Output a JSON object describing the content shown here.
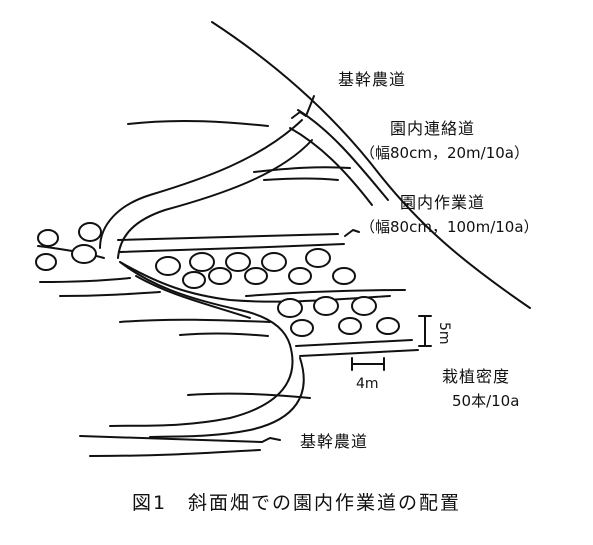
{
  "labels": {
    "main_road_top": "基幹農道",
    "link_road": "園内連絡道",
    "link_road_spec": "（幅80cm，20m/10a）",
    "work_road": "園内作業道",
    "work_road_spec": "（幅80cm，100m/10a）",
    "main_road_bottom": "基幹農道",
    "row_spacing": "5m",
    "tree_spacing": "4m",
    "density_title": "栽植密度",
    "density_value": "50本/10a"
  },
  "caption": "図1　斜面畑での園内作業道の配置"
}
